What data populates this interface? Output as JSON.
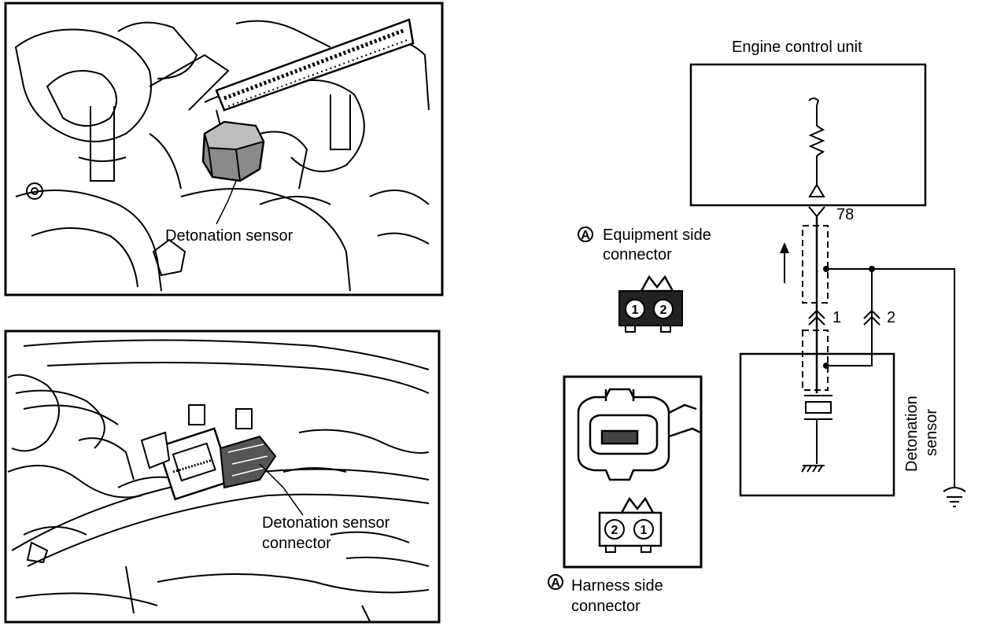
{
  "photo_top": {
    "label": "Detonation sensor"
  },
  "photo_bottom": {
    "label_line1": "Detonation sensor",
    "label_line2": "connector"
  },
  "equipment_connector": {
    "marker": "A",
    "label_line1": "Equipment side",
    "label_line2": "connector",
    "pins": [
      "1",
      "2"
    ]
  },
  "harness_connector": {
    "marker": "A",
    "label_line1": "Harness side",
    "label_line2": "connector",
    "pins": [
      "2",
      "1"
    ]
  },
  "schematic": {
    "ecu_label": "Engine control unit",
    "ecu_terminal": "78",
    "wire1_label": "1",
    "wire2_label": "2",
    "sensor_label_line1": "Detonation",
    "sensor_label_line2": "sensor"
  }
}
